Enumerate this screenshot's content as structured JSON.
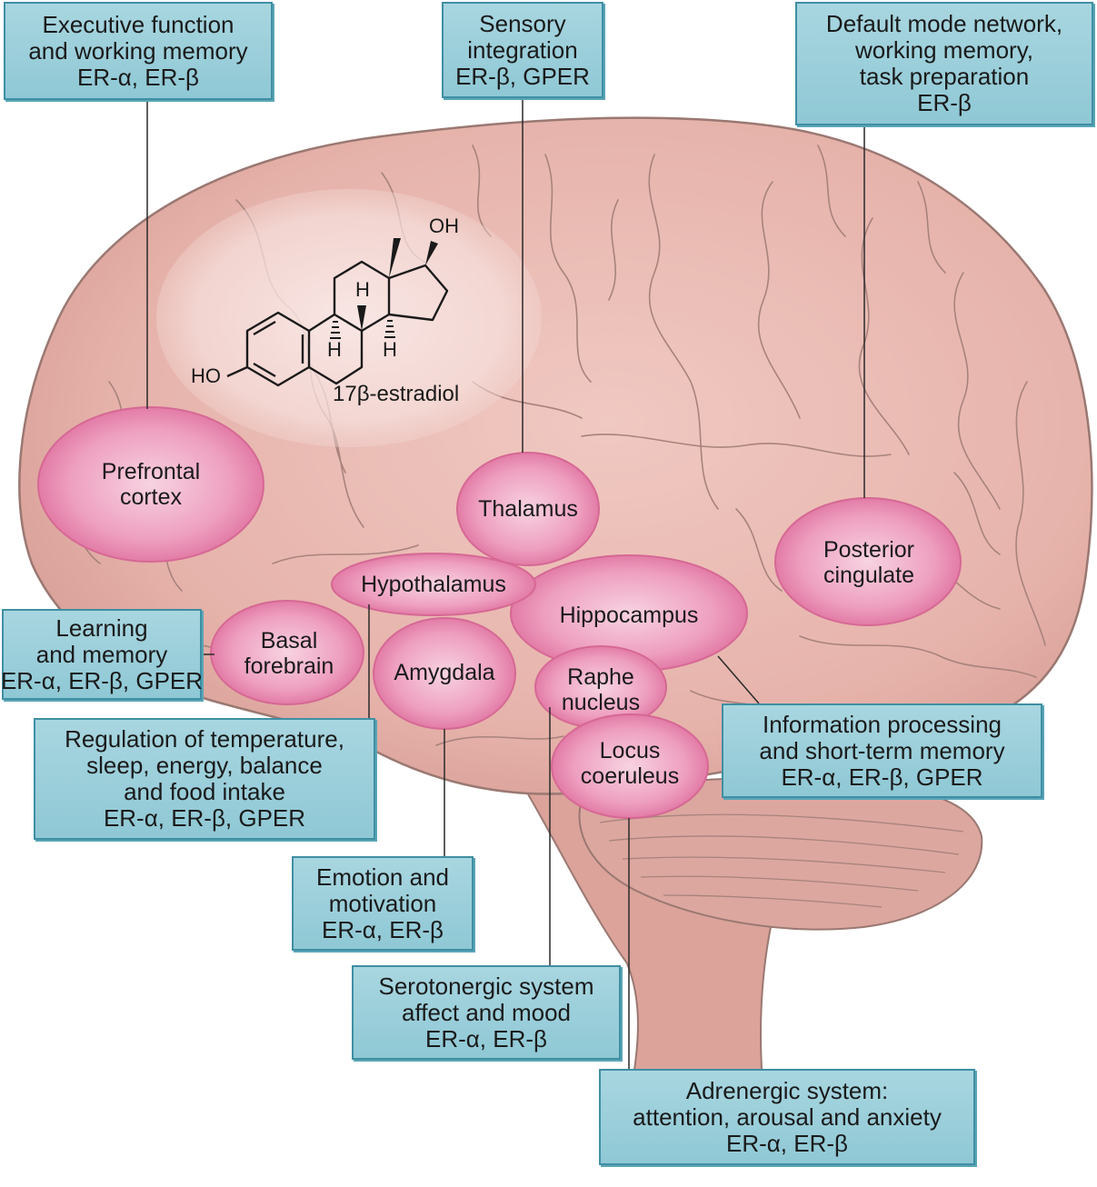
{
  "molecule": {
    "name": "17β-estradiol",
    "hydroxyl_top": "OH",
    "hydroxyl_left": "HO",
    "hydrogen_labels": [
      "H",
      "H",
      "H"
    ]
  },
  "regions": [
    {
      "id": "prefrontal",
      "lines": [
        "Prefrontal",
        "cortex"
      ]
    },
    {
      "id": "thalamus",
      "lines": [
        "Thalamus"
      ]
    },
    {
      "id": "posterior-cingulate",
      "lines": [
        "Posterior",
        "cingulate"
      ]
    },
    {
      "id": "hypothalamus",
      "lines": [
        "Hypothalamus"
      ]
    },
    {
      "id": "hippocampus",
      "lines": [
        "Hippocampus"
      ]
    },
    {
      "id": "basal-forebrain",
      "lines": [
        "Basal",
        "forebrain"
      ]
    },
    {
      "id": "amygdala",
      "lines": [
        "Amygdala"
      ]
    },
    {
      "id": "raphe",
      "lines": [
        "Raphe",
        "nucleus"
      ]
    },
    {
      "id": "locus-coeruleus",
      "lines": [
        "Locus",
        "coeruleus"
      ]
    }
  ],
  "boxes": [
    {
      "id": "executive",
      "lines": [
        "Executive function",
        "and working memory",
        "ER-α, ER-β"
      ]
    },
    {
      "id": "sensory",
      "lines": [
        "Sensory",
        "integration",
        "ER-β, GPER"
      ]
    },
    {
      "id": "default-mode",
      "lines": [
        "Default mode network,",
        "working memory,",
        "task preparation",
        "ER-β"
      ]
    },
    {
      "id": "learning",
      "lines": [
        "Learning",
        "and memory",
        "ER-α, ER-β, GPER"
      ]
    },
    {
      "id": "regulation",
      "lines": [
        "Regulation of temperature,",
        "sleep, energy, balance",
        "and food intake",
        "ER-α, ER-β, GPER"
      ]
    },
    {
      "id": "information",
      "lines": [
        "Information processing",
        "and short-term memory",
        "ER-α, ER-β, GPER"
      ]
    },
    {
      "id": "emotion",
      "lines": [
        "Emotion and",
        "motivation",
        "ER-α, ER-β"
      ]
    },
    {
      "id": "serotonergic",
      "lines": [
        "Serotonergic system",
        "affect and mood",
        "ER-α, ER-β"
      ]
    },
    {
      "id": "adrenergic",
      "lines": [
        "Adrenergic system:",
        "attention, arousal and anxiety",
        "ER-α, ER-β"
      ]
    }
  ],
  "colors": {
    "brain_fill": "#e6b3ab",
    "brain_outline": "#9a7872",
    "region_fill": "#e68ab0",
    "box_fill": "#9ccfdb",
    "box_border": "#3f8fa3"
  }
}
